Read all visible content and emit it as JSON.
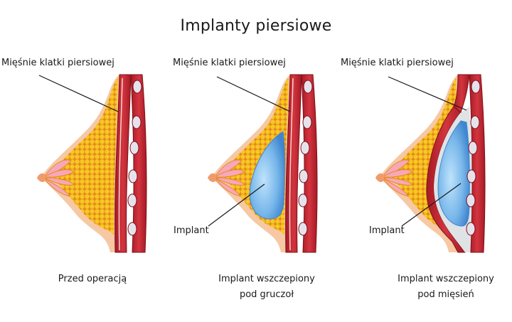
{
  "title": "Implanty piersiowe",
  "panels": [
    {
      "muscle_label": "Mięśnie klatki piersiowej",
      "implant_label": null,
      "caption": [
        "Przed operacją"
      ]
    },
    {
      "muscle_label": "Mięśnie klatki piersiowej",
      "implant_label": "Implant",
      "caption": [
        "Implant wszczepiony",
        "pod gruczoł"
      ]
    },
    {
      "muscle_label": "Mięśnie klatki piersiowej",
      "implant_label": "Implant",
      "caption": [
        "Implant wszczepiony",
        "pod mięsień"
      ]
    }
  ],
  "colors": {
    "skin": "#f6c8a4",
    "fat": "#f7c823",
    "fat_dark": "#e58a1e",
    "gland": "#f7a8b8",
    "muscle": "#b8202c",
    "muscle_light": "#d9434b",
    "rib": "#e6e2ec",
    "implant": "#6fb0e6",
    "implant_light": "#bfe3fb",
    "pocket": "#dfe3e6",
    "leader": "#1a1a1a"
  }
}
